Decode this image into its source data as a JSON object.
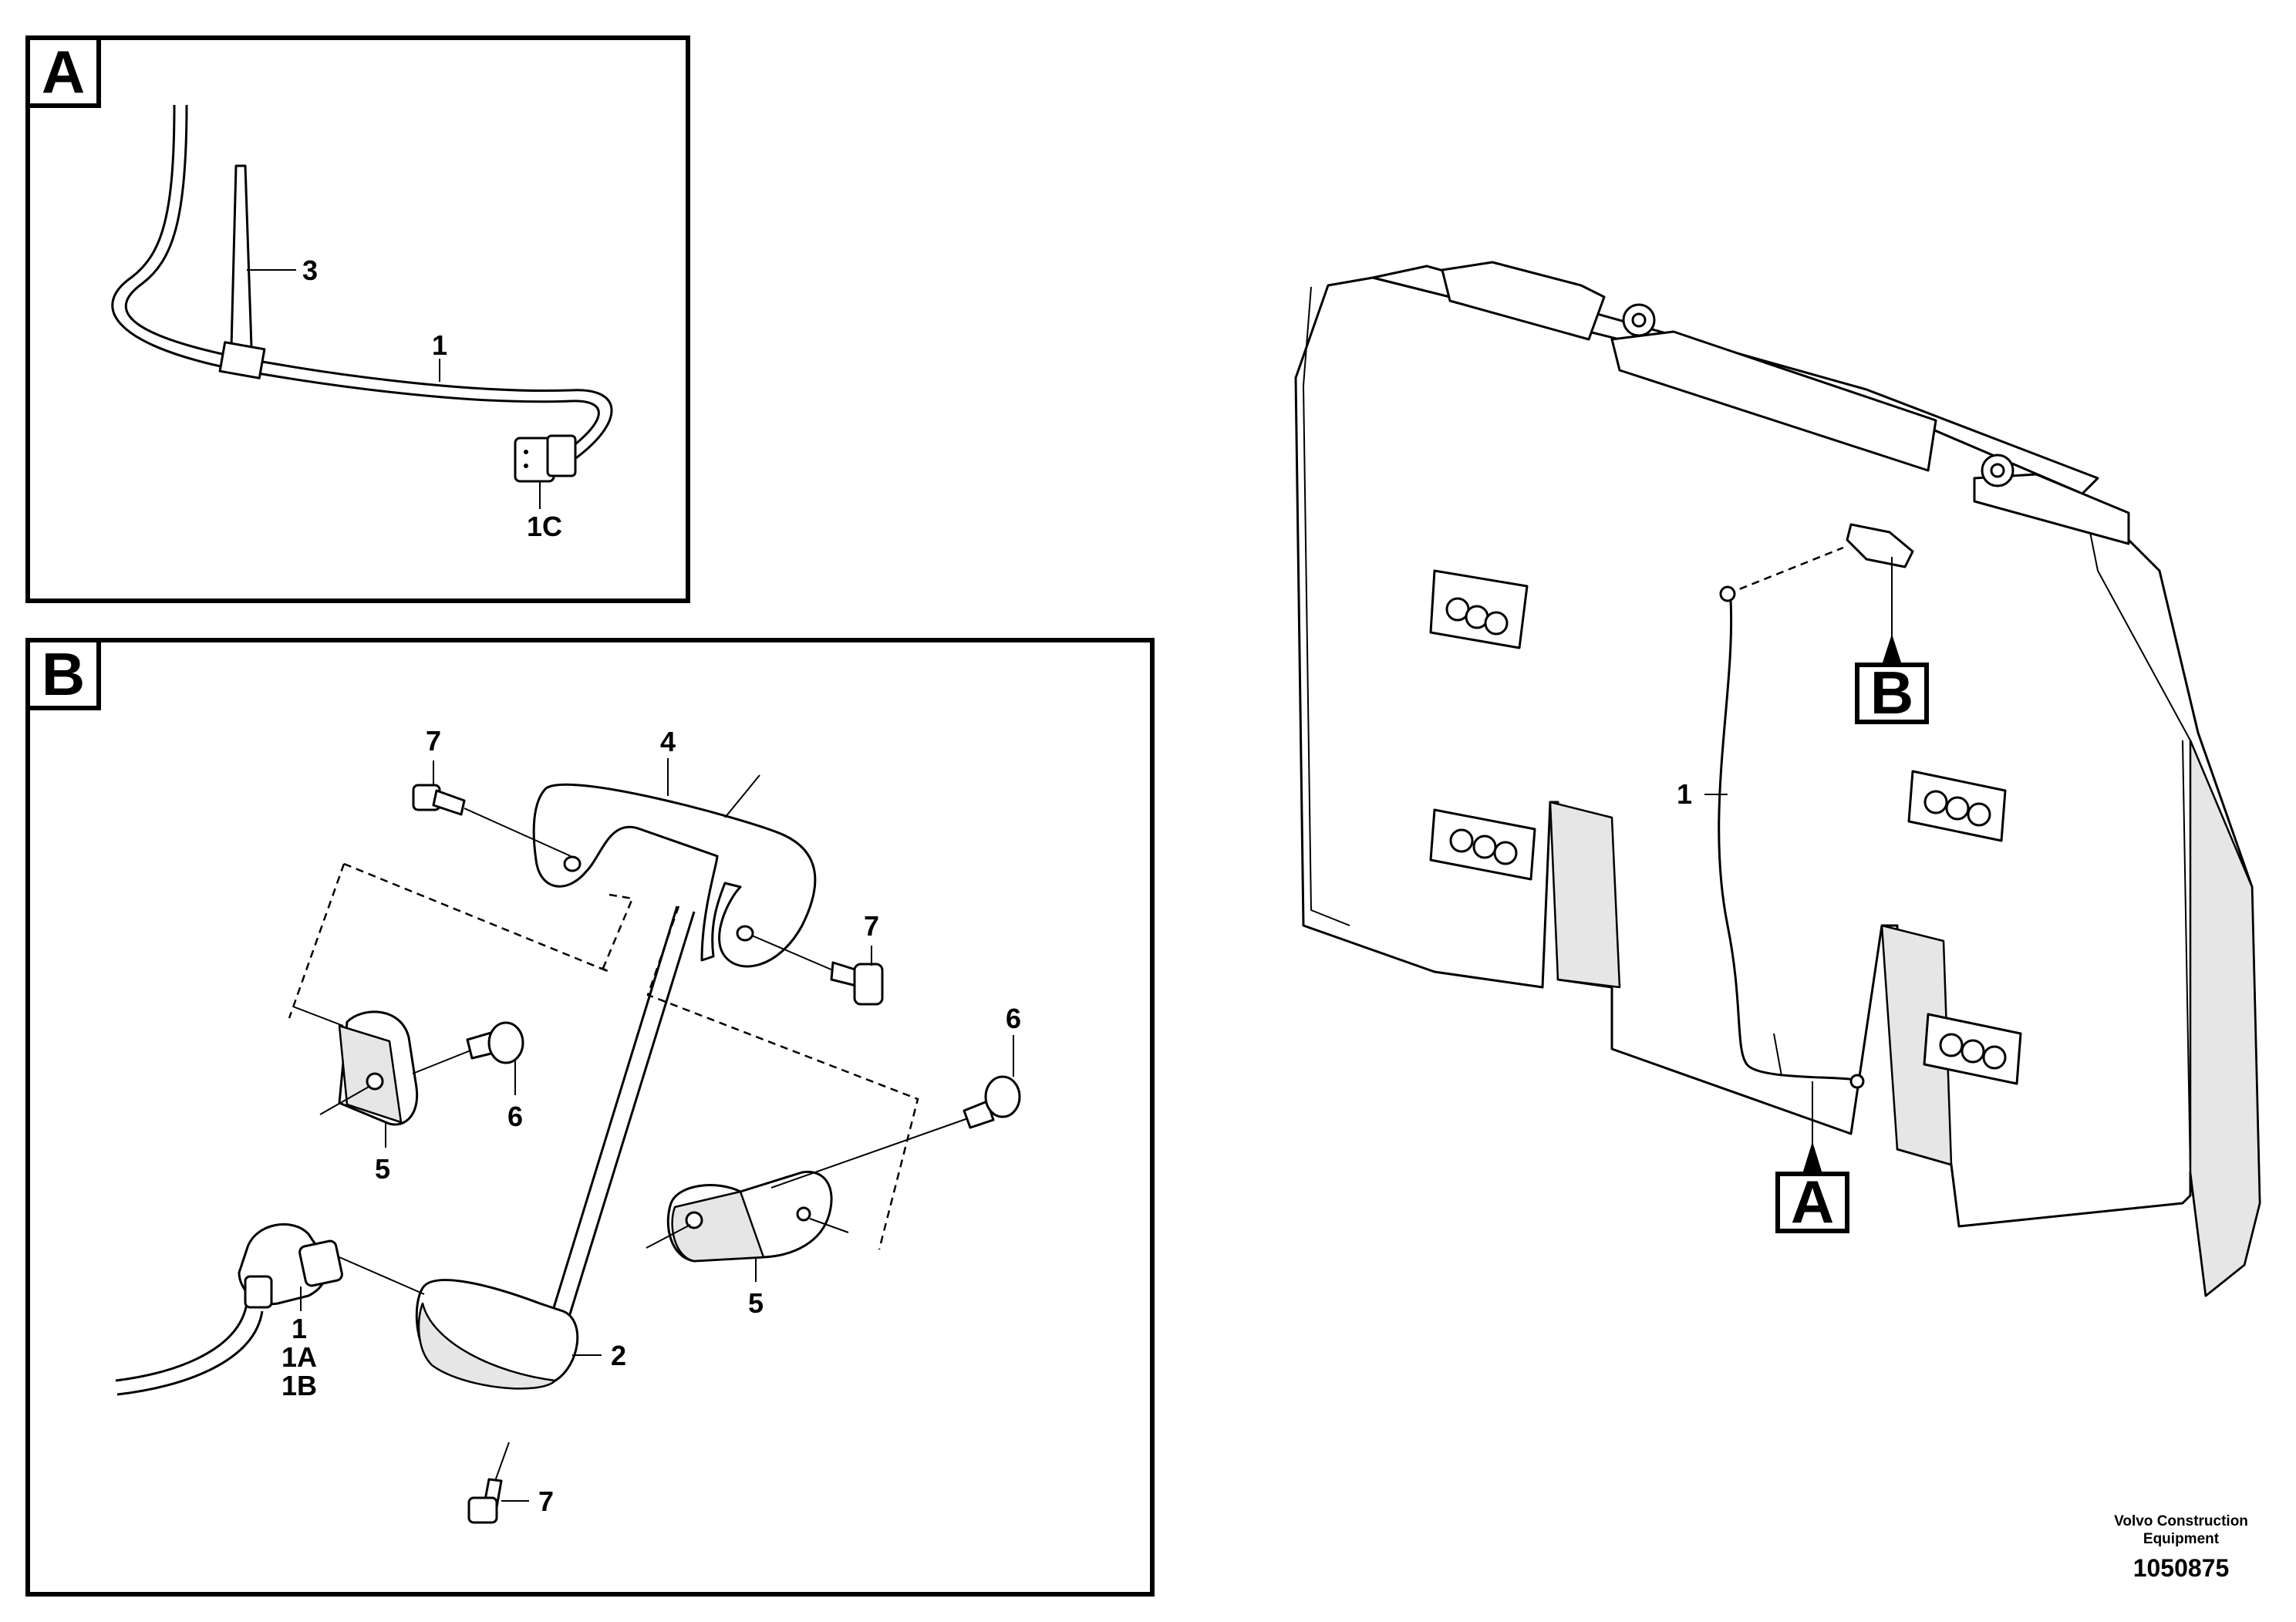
{
  "detail_a": {
    "box_letter": "A",
    "callouts": {
      "cable": "1",
      "tie": "3",
      "connector": "1C"
    }
  },
  "detail_b": {
    "box_letter": "B",
    "callouts": {
      "bolt_top": "7",
      "bracket": "4",
      "bolt_right": "7",
      "screw_left": "6",
      "screw_right": "6",
      "clip_left": "5",
      "clip_right": "5",
      "cable_1": "1",
      "cable_1a": "1A",
      "cable_1b": "1B",
      "sensor": "2",
      "bolt_bottom": "7"
    }
  },
  "overview": {
    "cable_callout": "1",
    "marker_a": "A",
    "marker_b": "B"
  },
  "footer": {
    "credit_line1": "Volvo Construction",
    "credit_line2": "Equipment",
    "doc_number": "1050875"
  }
}
